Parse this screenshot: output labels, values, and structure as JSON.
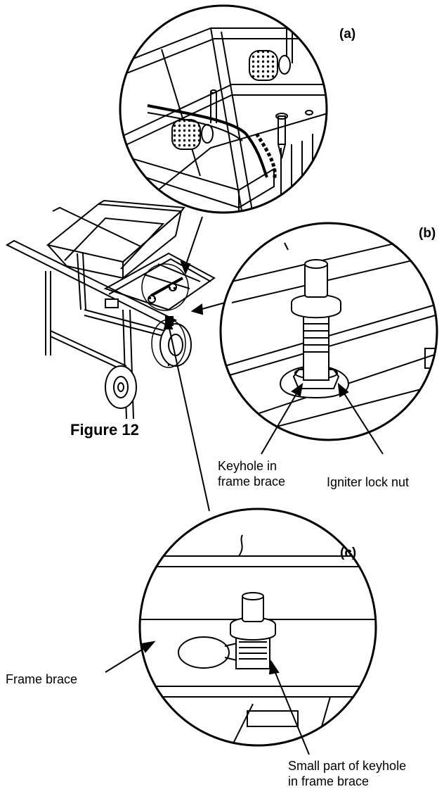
{
  "figure": {
    "title": "Figure 12",
    "panels": {
      "a": "(a)",
      "b": "(b)",
      "c": "(c)"
    },
    "callouts": {
      "keyhole": [
        "Keyhole in",
        "frame brace"
      ],
      "lock_nut": "Igniter lock nut",
      "frame_brace": "Frame brace",
      "small_part": [
        "Small part of keyhole",
        "in frame brace"
      ]
    }
  }
}
